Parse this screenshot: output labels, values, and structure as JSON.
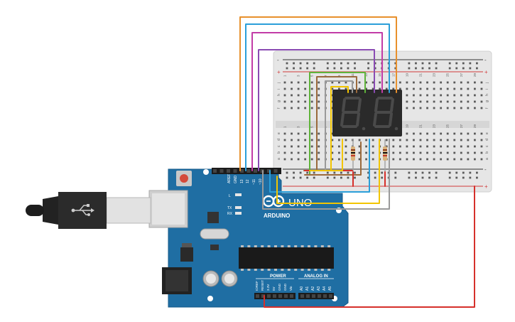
{
  "board": {
    "brand": "ARDUINO",
    "model": "UNO",
    "digital_pins": [
      "AREF",
      "GND",
      "13",
      "12",
      "~11",
      "~10"
    ],
    "power_pins": [
      "IOREF",
      "RESET",
      "3.3V",
      "5V",
      "GND",
      "GND",
      "Vin"
    ],
    "analog_pins": [
      "A0",
      "A1",
      "A2",
      "A3",
      "A4",
      "A5"
    ],
    "led_labels": [
      "L",
      "TX",
      "RX"
    ],
    "section_power": "POWER",
    "section_analog": "ANALOG IN"
  },
  "breadboard": {
    "rows_top": [
      "j",
      "i",
      "h",
      "g",
      "f"
    ],
    "rows_bottom": [
      "e",
      "d",
      "c",
      "b",
      "a"
    ],
    "columns": [
      "1",
      "3",
      "5",
      "7",
      "9",
      "11",
      "13",
      "15",
      "17",
      "19",
      "21",
      "23",
      "25",
      "27",
      "29"
    ],
    "rail_plus": "+",
    "rail_minus": "-"
  },
  "display": {
    "digit_left": "8",
    "digit_right": "8"
  },
  "colors": {
    "wire_orange": "#e8902c",
    "wire_blue": "#2b9fd9",
    "wire_magenta": "#c23ca7",
    "wire_purple": "#8a4bb3",
    "wire_green": "#5fb33a",
    "wire_brown": "#9b6a3c",
    "wire_yellow": "#f2c500",
    "wire_gray": "#9a9a9a",
    "wire_red": "#d6302b",
    "board_blue": "#1f6ea3",
    "breadboard": "#e9e9e9"
  }
}
